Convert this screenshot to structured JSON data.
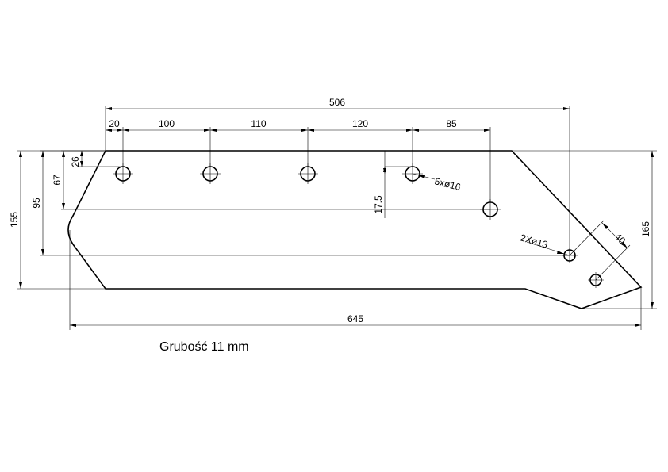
{
  "drawing": {
    "dimensions": {
      "total_length_top": "506",
      "seg_1": "20",
      "seg_2": "100",
      "seg_3": "110",
      "seg_4": "120",
      "seg_5": "85",
      "hole_offset_top": "26",
      "hole_row_offset": "67",
      "offset_95": "95",
      "height_155": "155",
      "height_165": "165",
      "hole_spacing_vertical": "17.5",
      "holes_16": "5xø16",
      "holes_13": "2Xø13",
      "hole_spacing_40": "40",
      "total_length_bottom": "645"
    },
    "note": "Grubość 11 mm"
  }
}
